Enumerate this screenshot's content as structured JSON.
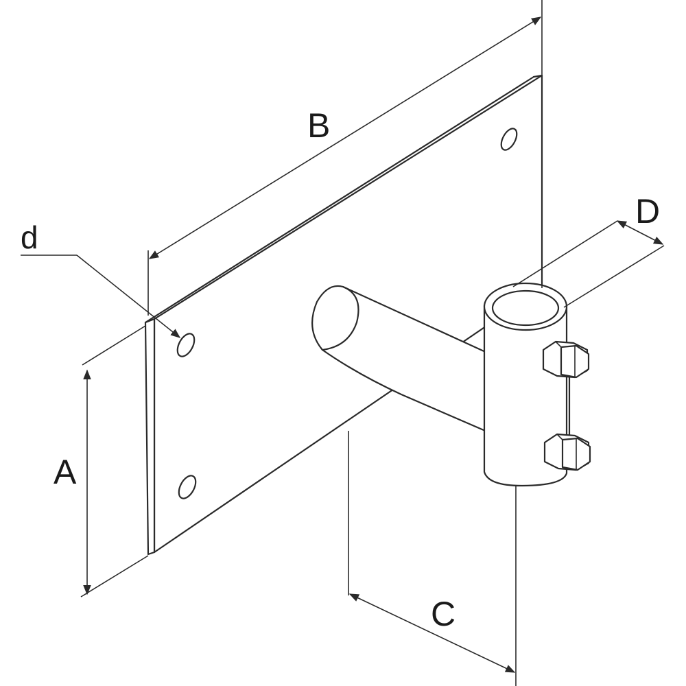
{
  "diagram": {
    "labels": {
      "a": "A",
      "b": "B",
      "c": "C",
      "d_upper": "D",
      "d_lower": "d"
    }
  }
}
